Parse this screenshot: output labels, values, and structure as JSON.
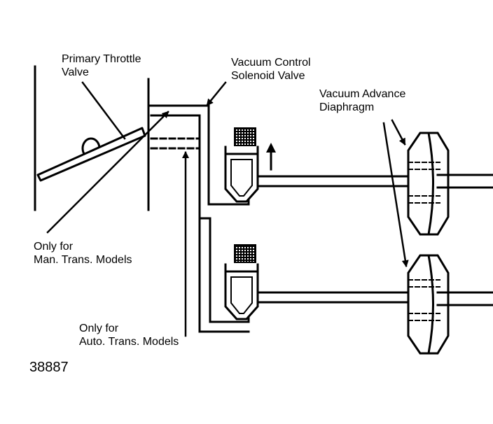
{
  "labels": {
    "primary_throttle_valve": [
      "Primary Throttle",
      "Valve"
    ],
    "vacuum_control_solenoid_valve": [
      "Vacuum Control",
      "Solenoid Valve"
    ],
    "vacuum_advance_diaphragm": [
      "Vacuum Advance",
      "Diaphragm"
    ],
    "only_for_man_trans": [
      "Only for",
      "Man. Trans. Models"
    ],
    "only_for_auto_trans": [
      "Only for",
      "Auto. Trans. Models"
    ]
  },
  "figure_number": "38887"
}
